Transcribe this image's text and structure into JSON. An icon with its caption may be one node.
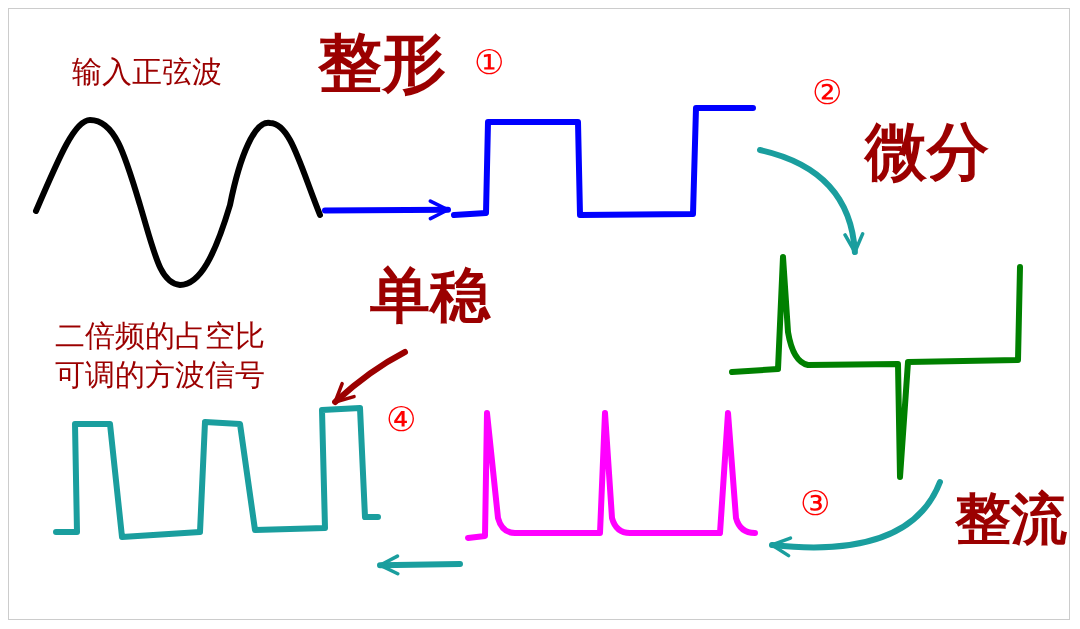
{
  "diagram": {
    "nodes": [
      {
        "text": [],
        "shape": "picture",
        "beside": [
          "输入正弦波"
        ]
      },
      {
        "text": [],
        "shape": "picture"
      },
      {
        "text": [],
        "shape": "picture"
      },
      {
        "text": [],
        "shape": "picture"
      },
      {
        "text": [],
        "shape": "picture",
        "beside": [
          "二倍频的占空比可调的方波信号"
        ]
      }
    ],
    "edges": [
      {
        "from": 0,
        "to": 1,
        "arrow": "to",
        "label": "整形",
        "color": "#0000ff"
      },
      {
        "from": 1,
        "to": 2,
        "arrow": "to",
        "label": "微分"
      },
      {
        "from": 2,
        "to": 3,
        "arrow": "to",
        "label": "整流"
      },
      {
        "from": 3,
        "to": 4,
        "arrow": "to"
      },
      {
        "from": null,
        "to": 4,
        "arrow": "to",
        "label": "单稳",
        "color": "#9b0000"
      }
    ],
    "labels": [
      "①",
      "②",
      "③",
      "④"
    ]
  }
}
